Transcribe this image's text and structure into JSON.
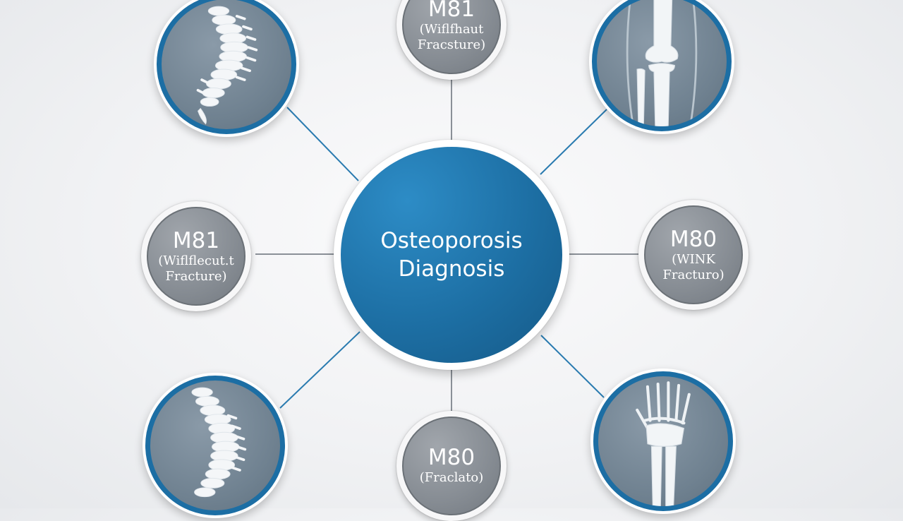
{
  "center": {
    "line1": "Osteoporosis",
    "line2": "Diagnosis"
  },
  "codes": {
    "top": {
      "code": "M81",
      "line1": "(Wiflfhaut",
      "line2": "Fracsture)"
    },
    "left": {
      "code": "M81",
      "line1": "(Wiflflecut.t",
      "line2": "Fracture)"
    },
    "right": {
      "code": "M80",
      "line1": "(WINK",
      "line2": "Fracturo)"
    },
    "bottom": {
      "code": "M80",
      "line1": "(Fraclato)",
      "line2": ""
    }
  },
  "images": {
    "top_left": "spine-icon",
    "top_right": "knee-leg-bone-icon",
    "bottom_left": "spine-icon",
    "bottom_right": "wrist-hand-bone-icon"
  },
  "colors": {
    "accent_blue": "#1c6ea4",
    "center_fill": "#1d6fa4",
    "node_gray": "#868c93",
    "connector": "#2a7bb0",
    "background": "#eef0f2"
  }
}
